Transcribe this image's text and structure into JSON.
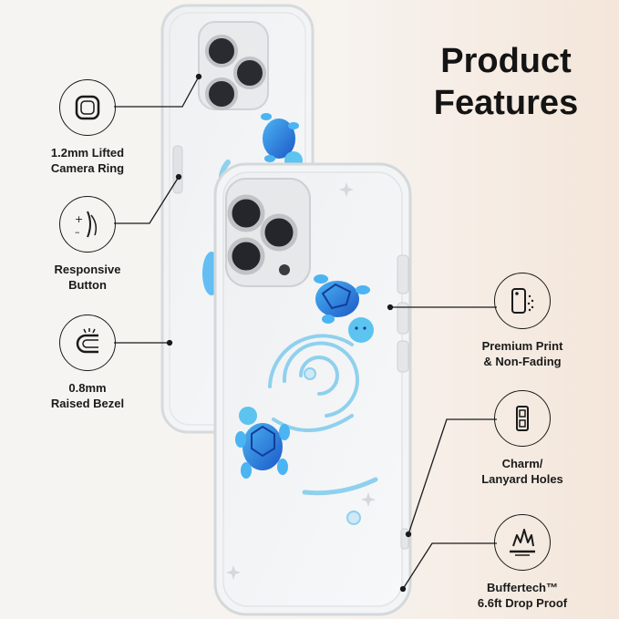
{
  "heading": {
    "line1": "Product",
    "line2": "Features"
  },
  "features": [
    {
      "line1": "1.2mm Lifted",
      "line2": "Camera Ring",
      "icon": "camera-ring-icon"
    },
    {
      "line1": "Responsive",
      "line2": "Button",
      "icon": "responsive-button-icon"
    },
    {
      "line1": "0.8mm",
      "line2": "Raised Bezel",
      "icon": "raised-bezel-icon"
    },
    {
      "line1": "Premium Print",
      "line2": "& Non-Fading",
      "icon": "premium-print-icon"
    },
    {
      "line1": "Charm/",
      "line2": "Lanyard Holes",
      "icon": "lanyard-hole-icon"
    },
    {
      "line1": "Buffertech™",
      "line2": "6.6ft Drop Proof",
      "icon": "drop-proof-icon"
    }
  ],
  "colors": {
    "turtle": "#2f7fe0",
    "turtle_dark": "#123e9a",
    "swirl": "#8fd0ee",
    "line": "#1a1a1a"
  }
}
